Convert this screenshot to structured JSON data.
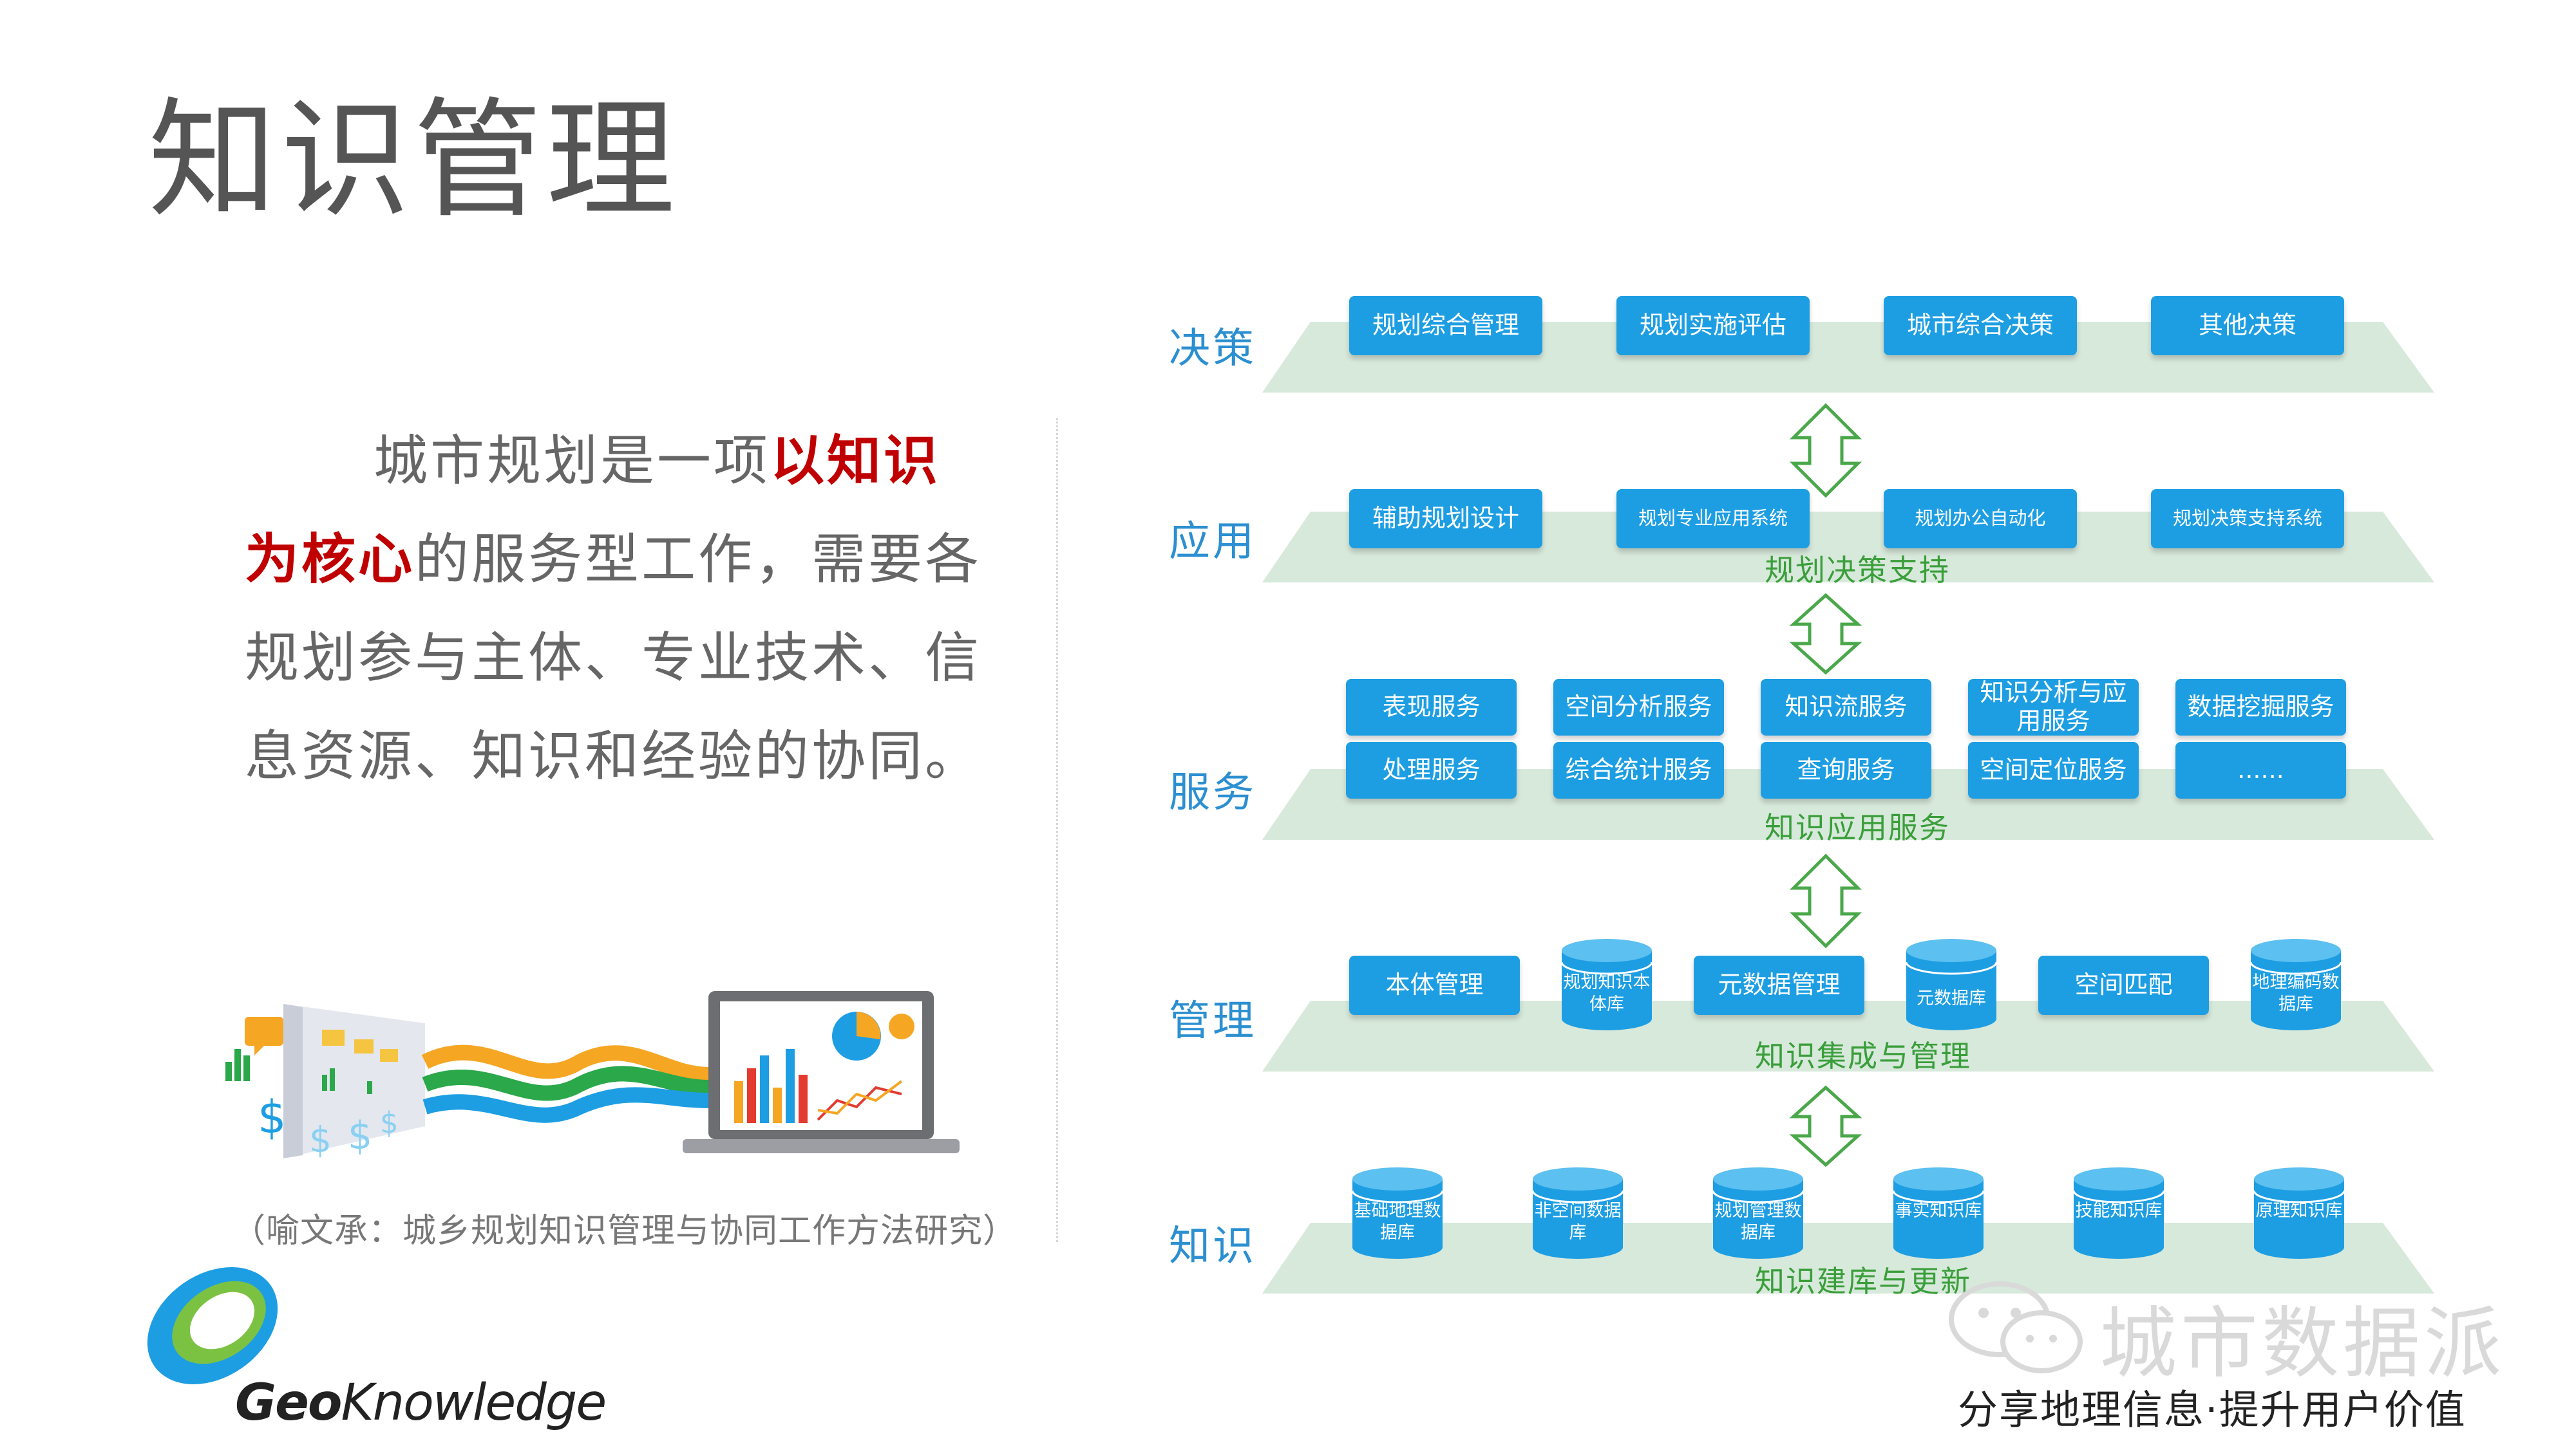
{
  "title": "知识管理",
  "body": {
    "part1": "城市规划是一项",
    "emphasis": "以知识为核心",
    "part2": "的服务型工作，需要各规划参与主体、专业技术、信息资源、知识和经验的协同。"
  },
  "caption": "（喻文承：城乡规划知识管理与协同工作方法研究）",
  "logo": {
    "part1": "Geo",
    "part2": "Knowledge"
  },
  "colors": {
    "box": "#1d9ee3",
    "platform": "#d7e9db",
    "arrow": "#4aa84a",
    "layer_label": "#2b8fd1",
    "emphasis": "#c00000"
  },
  "layers": {
    "decision": {
      "label": "决策",
      "items": [
        "规划综合管理",
        "规划实施评估",
        "城市综合决策",
        "其他决策"
      ]
    },
    "application": {
      "label": "应用",
      "caption": "规划决策支持",
      "items": [
        "辅助规划设计",
        "规划专业应用系统",
        "规划办公自动化",
        "规划决策支持系统"
      ]
    },
    "service": {
      "label": "服务",
      "caption": "知识应用服务",
      "row1": [
        "表现服务",
        "空间分析服务",
        "知识流服务",
        "知识分析与应用服务",
        "数据挖掘服务"
      ],
      "row2": [
        "处理服务",
        "综合统计服务",
        "查询服务",
        "空间定位服务",
        "......"
      ]
    },
    "management": {
      "label": "管理",
      "caption": "知识集成与管理",
      "boxes": [
        "本体管理",
        "元数据管理",
        "空间匹配"
      ],
      "dbs": [
        "规划知识本体库",
        "元数据库",
        "地理编码数据库"
      ]
    },
    "knowledge": {
      "label": "知识",
      "caption": "知识建库与更新",
      "dbs": [
        "基础地理数据库",
        "非空间数据库",
        "规划管理数据库",
        "事实知识库",
        "技能知识库",
        "原理知识库"
      ]
    }
  },
  "watermark": "城市数据派",
  "slogan": "分享地理信息·提升用户价值"
}
